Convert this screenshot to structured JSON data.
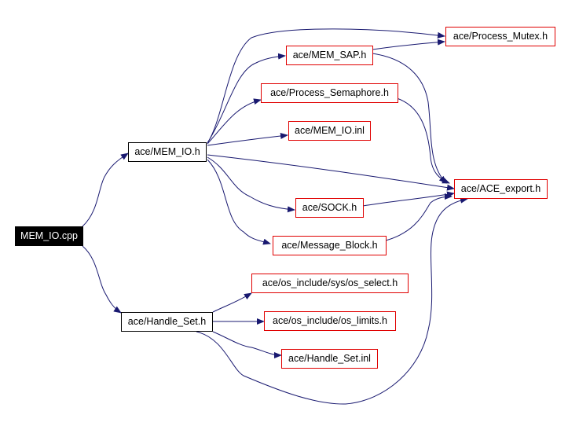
{
  "graph": {
    "title": "Include dependency graph for MEM_IO.cpp",
    "colors": {
      "edge": "#191970",
      "root_fill": "#000000",
      "internal_border": "#000000",
      "external_border": "#e00000"
    },
    "nodes": {
      "root": "MEM_IO.cpp",
      "mem_io_h": "ace/MEM_IO.h",
      "handle_set_h": "ace/Handle_Set.h",
      "process_mutex_h": "ace/Process_Mutex.h",
      "mem_sap_h": "ace/MEM_SAP.h",
      "process_semaphore_h": "ace/Process_Semaphore.h",
      "mem_io_inl": "ace/MEM_IO.inl",
      "ace_export_h": "ace/ACE_export.h",
      "sock_h": "ace/SOCK.h",
      "message_block_h": "ace/Message_Block.h",
      "os_select_h": "ace/os_include/sys/os_select.h",
      "os_limits_h": "ace/os_include/os_limits.h",
      "handle_set_inl": "ace/Handle_Set.inl"
    },
    "edges": [
      [
        "root",
        "mem_io_h"
      ],
      [
        "root",
        "handle_set_h"
      ],
      [
        "mem_io_h",
        "process_mutex_h"
      ],
      [
        "mem_io_h",
        "mem_sap_h"
      ],
      [
        "mem_io_h",
        "process_semaphore_h"
      ],
      [
        "mem_io_h",
        "mem_io_inl"
      ],
      [
        "mem_io_h",
        "ace_export_h"
      ],
      [
        "mem_io_h",
        "sock_h"
      ],
      [
        "mem_io_h",
        "message_block_h"
      ],
      [
        "mem_sap_h",
        "process_mutex_h"
      ],
      [
        "mem_sap_h",
        "ace_export_h"
      ],
      [
        "process_semaphore_h",
        "ace_export_h"
      ],
      [
        "sock_h",
        "ace_export_h"
      ],
      [
        "message_block_h",
        "ace_export_h"
      ],
      [
        "handle_set_h",
        "os_select_h"
      ],
      [
        "handle_set_h",
        "os_limits_h"
      ],
      [
        "handle_set_h",
        "handle_set_inl"
      ],
      [
        "handle_set_h",
        "ace_export_h"
      ]
    ]
  }
}
